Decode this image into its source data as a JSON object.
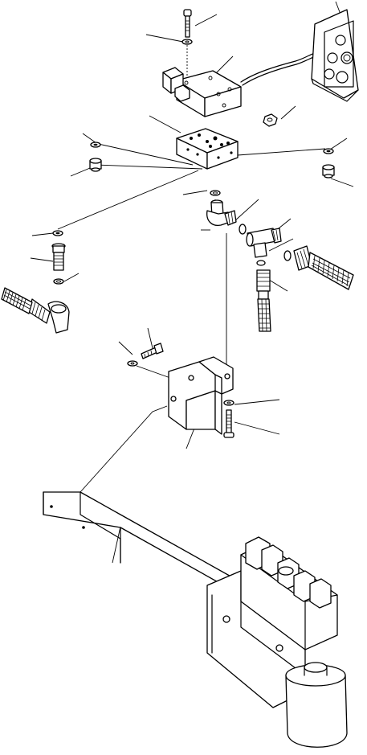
{
  "figure": {
    "type": "exploded-parts-diagram",
    "background": "#ffffff",
    "ink": "#000000",
    "labels": []
  },
  "parts": [
    "upper-screw",
    "upper-washer",
    "solenoid-valve",
    "connector-cable",
    "connector-plug",
    "valve-manifold-block",
    "manifold-o-ring",
    "left-plug-washer",
    "left-plug",
    "right-plug-washer",
    "right-plug",
    "elbow-fitting",
    "elbow-o-ring",
    "tee-fitting",
    "tee-o-ring",
    "right-hose-fitting",
    "right-hose",
    "lower-hose-fitting",
    "lower-hose",
    "left-washer",
    "left-adapter",
    "left-o-ring",
    "left-elbow-hose",
    "bracket-bolt",
    "bracket-washer",
    "mounting-bracket",
    "bracket-lower-washer",
    "bracket-lower-screw",
    "frame-member",
    "valve-assembly"
  ]
}
